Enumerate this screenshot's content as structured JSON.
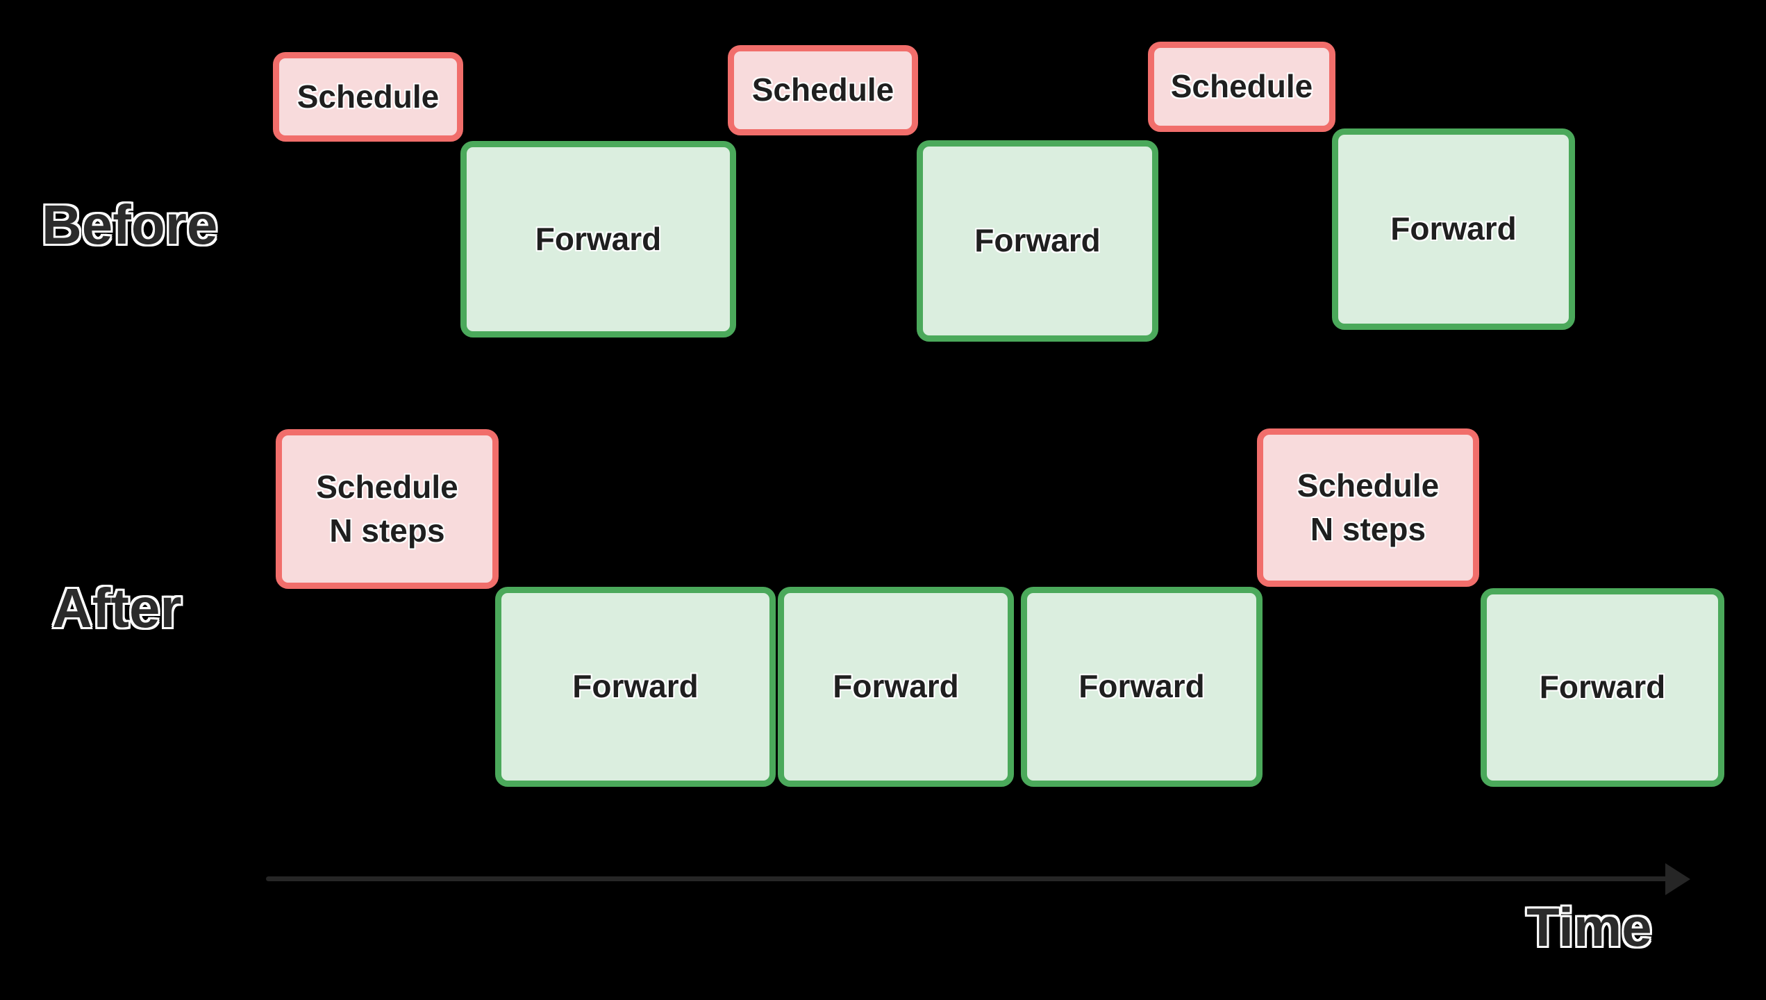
{
  "rows": {
    "before": {
      "label": "Before",
      "schedules": [
        {
          "label": "Schedule"
        },
        {
          "label": "Schedule"
        },
        {
          "label": "Schedule"
        }
      ],
      "forwards": [
        {
          "label": "Forward"
        },
        {
          "label": "Forward"
        },
        {
          "label": "Forward"
        }
      ]
    },
    "after": {
      "label": "After",
      "schedules": [
        {
          "line1": "Schedule",
          "line2": "N steps"
        },
        {
          "line1": "Schedule",
          "line2": "N steps"
        }
      ],
      "forwards": [
        {
          "label": "Forward"
        },
        {
          "label": "Forward"
        },
        {
          "label": "Forward"
        },
        {
          "label": "Forward"
        }
      ]
    }
  },
  "timeline": {
    "label": "Time"
  },
  "colors": {
    "background": "#000000",
    "schedule_fill": "#f8dbdc",
    "schedule_border": "#f16e6b",
    "forward_fill": "#dbeedf",
    "forward_border": "#4ba95b",
    "box_text": "#1f1f1f",
    "outside_text": "#2b2b2b",
    "arrow": "#262626"
  }
}
